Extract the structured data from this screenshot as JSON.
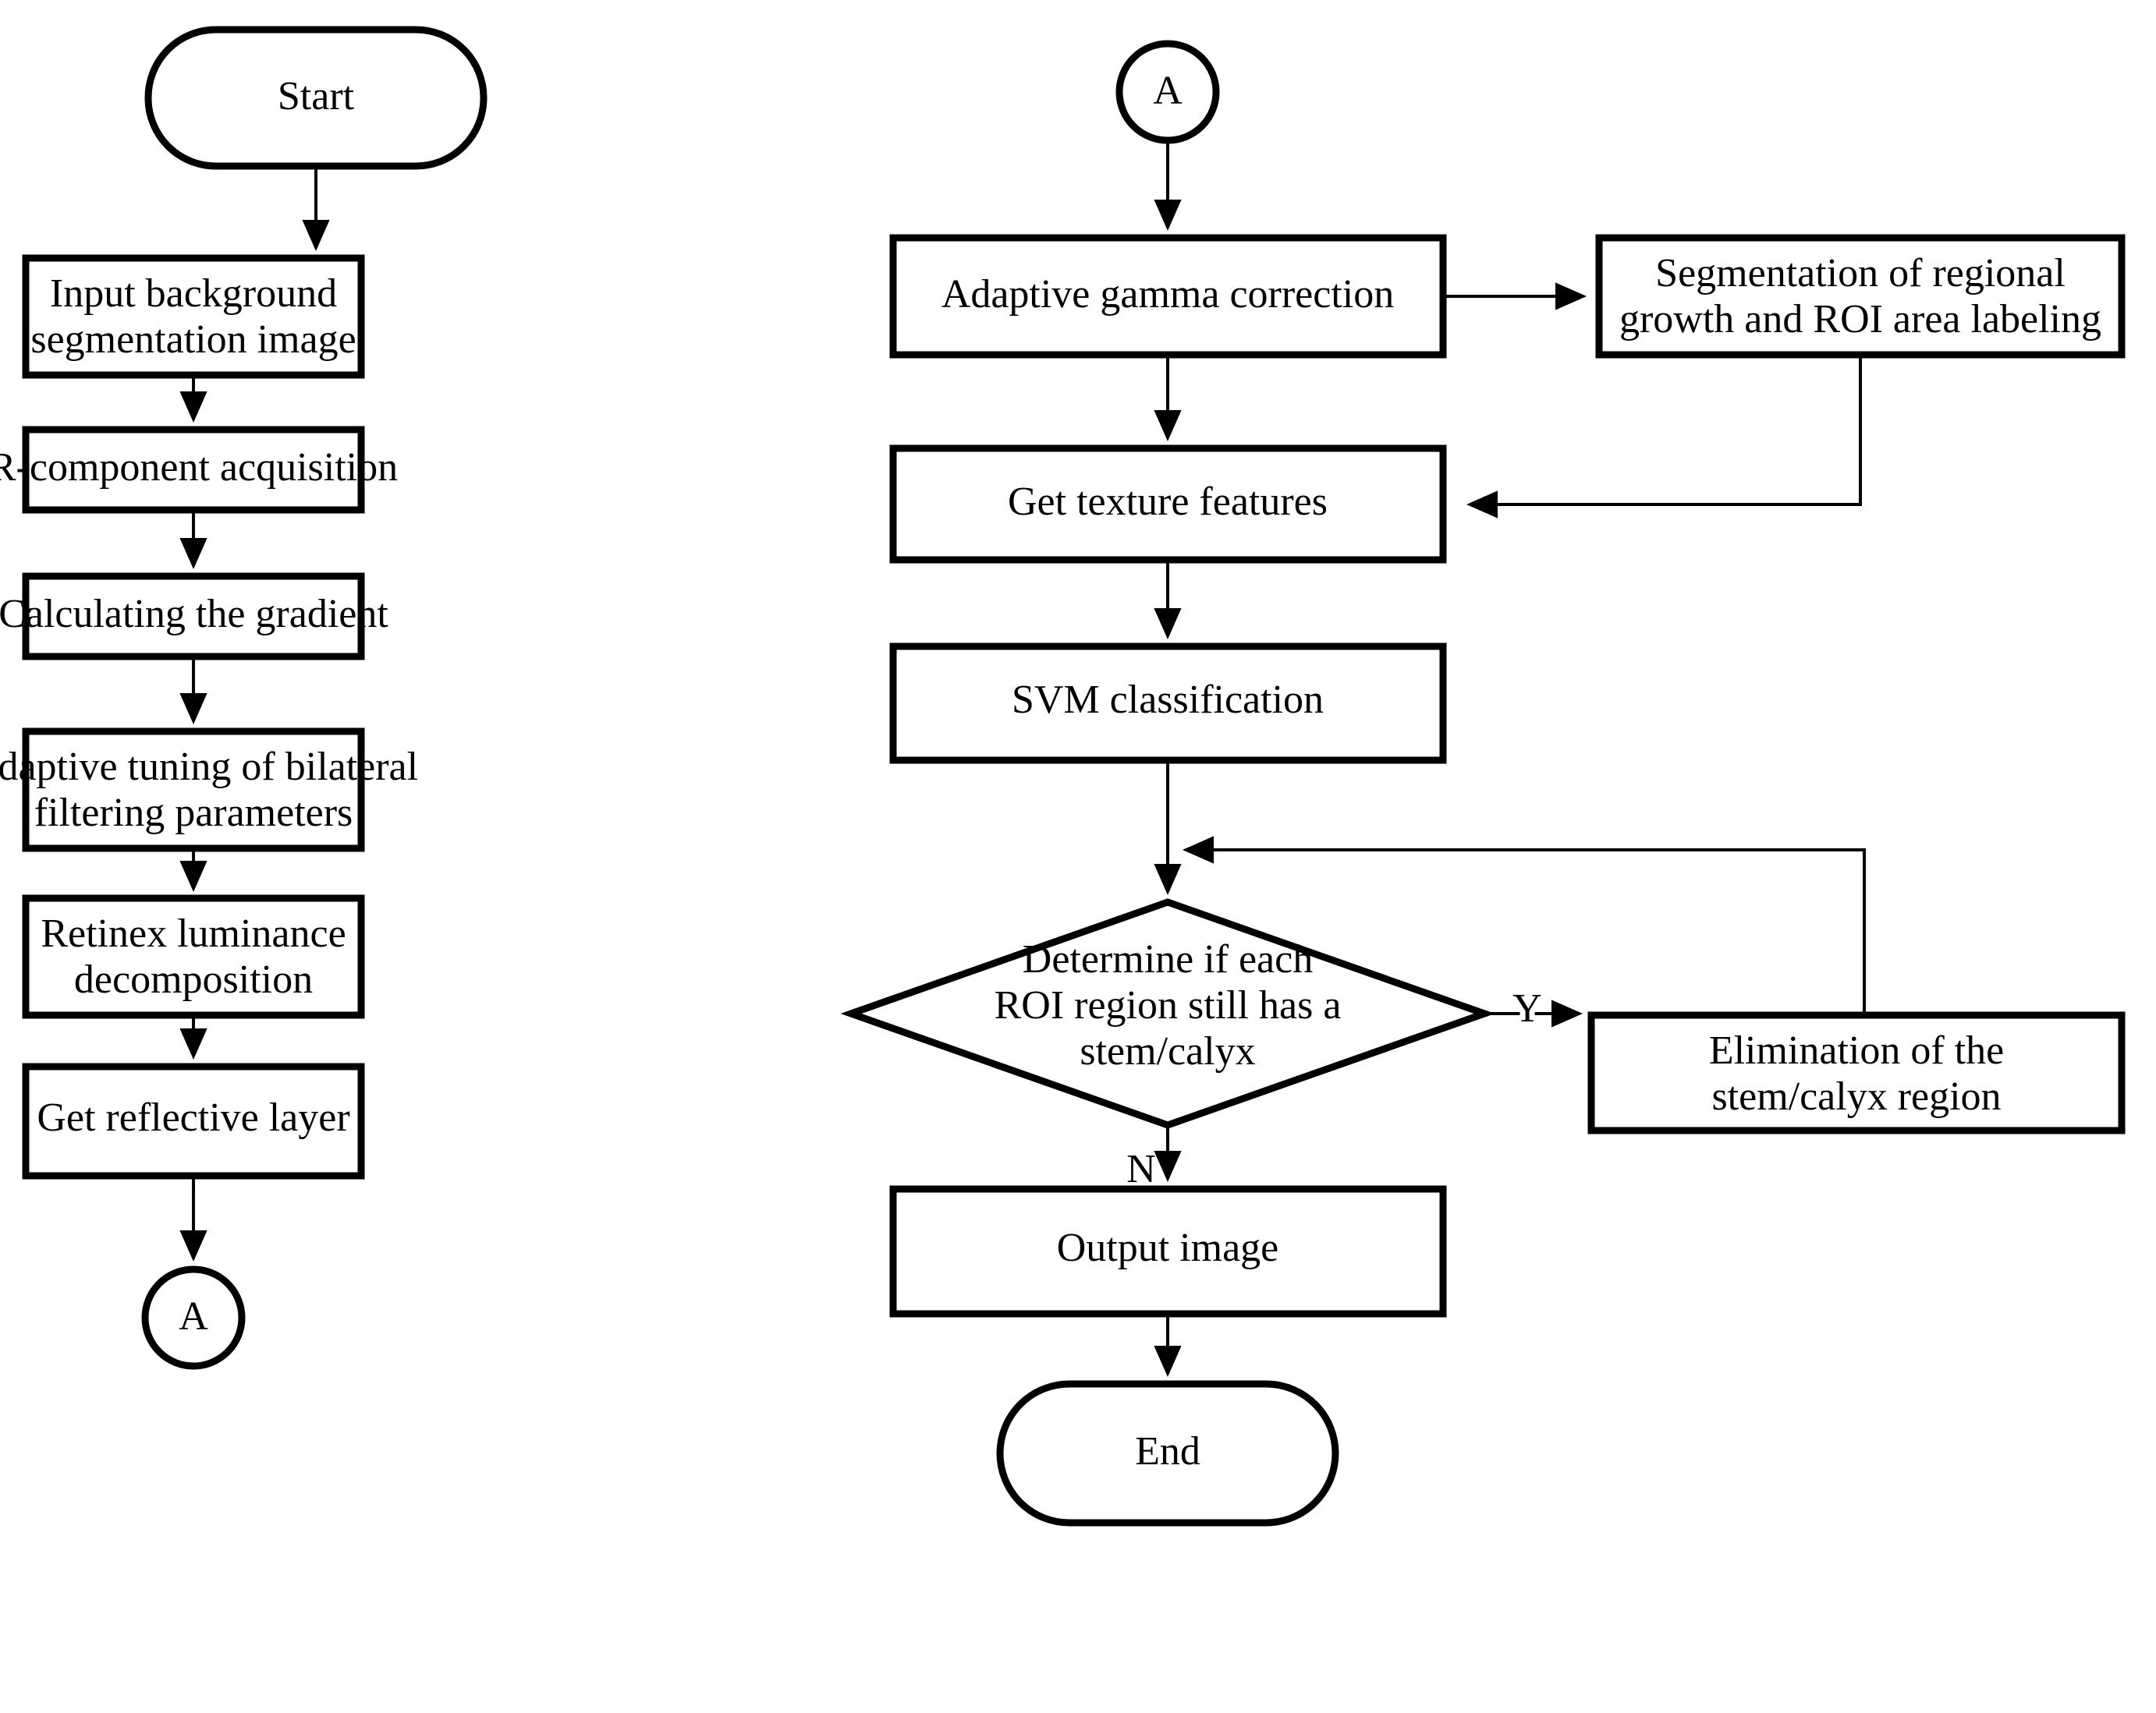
{
  "diagram": {
    "type": "flowchart",
    "title": "",
    "background_color": "#ffffff",
    "stroke_color": "#000000",
    "columns": [
      {
        "name": "left-column",
        "nodes": [
          {
            "id": "start",
            "shape": "terminator",
            "lines": [
              "Start"
            ]
          },
          {
            "id": "input-image",
            "shape": "process",
            "lines": [
              "Input background",
              "segmentation image"
            ]
          },
          {
            "id": "r-component",
            "shape": "process",
            "lines": [
              "R-component acquisition"
            ]
          },
          {
            "id": "gradient",
            "shape": "process",
            "lines": [
              "Calculating the gradient"
            ]
          },
          {
            "id": "bilateral",
            "shape": "process",
            "lines": [
              "Adaptive tuning of bilateral",
              "filtering parameters"
            ]
          },
          {
            "id": "retinex",
            "shape": "process",
            "lines": [
              "Retinex luminance",
              "decomposition"
            ]
          },
          {
            "id": "reflective",
            "shape": "process",
            "lines": [
              "Get reflective layer"
            ]
          },
          {
            "id": "connector-a-out",
            "shape": "connector",
            "lines": [
              "A"
            ]
          }
        ]
      },
      {
        "name": "right-column",
        "nodes": [
          {
            "id": "connector-a-in",
            "shape": "connector",
            "lines": [
              "A"
            ]
          },
          {
            "id": "gamma",
            "shape": "process",
            "lines": [
              "Adaptive gamma correction"
            ]
          },
          {
            "id": "segmentation",
            "shape": "process",
            "lines": [
              "Segmentation of regional",
              "growth and ROI area labeling"
            ]
          },
          {
            "id": "texture",
            "shape": "process",
            "lines": [
              "Get texture features"
            ]
          },
          {
            "id": "svm",
            "shape": "process",
            "lines": [
              "SVM classification"
            ]
          },
          {
            "id": "decision",
            "shape": "decision",
            "lines": [
              "Determine if each",
              "ROI region still has a",
              "stem/calyx"
            ]
          },
          {
            "id": "elimination",
            "shape": "process",
            "lines": [
              "Elimination of the",
              "stem/calyx region"
            ]
          },
          {
            "id": "output-image",
            "shape": "process",
            "lines": [
              "Output image"
            ]
          },
          {
            "id": "end",
            "shape": "terminator",
            "lines": [
              "End"
            ]
          }
        ]
      }
    ],
    "edge_labels": {
      "yes": "Y",
      "no": "N"
    },
    "edges": [
      {
        "from": "start",
        "to": "input-image",
        "label": ""
      },
      {
        "from": "input-image",
        "to": "r-component",
        "label": ""
      },
      {
        "from": "r-component",
        "to": "gradient",
        "label": ""
      },
      {
        "from": "gradient",
        "to": "bilateral",
        "label": ""
      },
      {
        "from": "bilateral",
        "to": "retinex",
        "label": ""
      },
      {
        "from": "retinex",
        "to": "reflective",
        "label": ""
      },
      {
        "from": "reflective",
        "to": "connector-a-out",
        "label": ""
      },
      {
        "from": "connector-a-in",
        "to": "gamma",
        "label": ""
      },
      {
        "from": "gamma",
        "to": "segmentation",
        "label": ""
      },
      {
        "from": "gamma",
        "to": "texture",
        "label": ""
      },
      {
        "from": "segmentation",
        "to": "texture",
        "label": ""
      },
      {
        "from": "texture",
        "to": "svm",
        "label": ""
      },
      {
        "from": "svm",
        "to": "decision",
        "label": ""
      },
      {
        "from": "decision",
        "to": "elimination",
        "label": "Y"
      },
      {
        "from": "elimination",
        "to": "decision",
        "label": ""
      },
      {
        "from": "decision",
        "to": "output-image",
        "label": "N"
      },
      {
        "from": "output-image",
        "to": "end",
        "label": ""
      }
    ]
  },
  "labels": {
    "start": "Start",
    "input_image_l1": "Input background",
    "input_image_l2": "segmentation image",
    "r_component": "R-component acquisition",
    "gradient": "Calculating the gradient",
    "bilateral_l1": "Adaptive tuning of bilateral",
    "bilateral_l2": "filtering parameters",
    "retinex_l1": "Retinex luminance",
    "retinex_l2": "decomposition",
    "reflective": "Get reflective layer",
    "connector_a_out": "A",
    "connector_a_in": "A",
    "gamma": "Adaptive gamma correction",
    "segmentation_l1": "Segmentation of regional",
    "segmentation_l2": "growth and ROI area labeling",
    "texture": "Get texture features",
    "svm": "SVM classification",
    "decision_l1": "Determine if each",
    "decision_l2": "ROI region still has a",
    "decision_l3": "stem/calyx",
    "elimination_l1": "Elimination of the",
    "elimination_l2": "stem/calyx region",
    "output_image": "Output image",
    "end": "End",
    "yes": "Y",
    "no": "N"
  }
}
